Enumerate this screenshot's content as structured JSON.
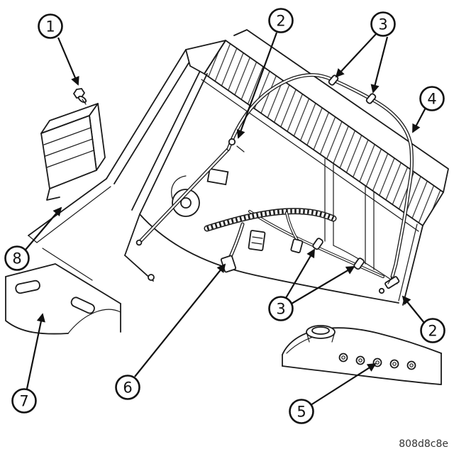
{
  "figure": {
    "code": "808d8c8e",
    "colors": {
      "line": "#1a1a1a",
      "background": "#ffffff"
    },
    "callouts": [
      {
        "id": "callout-1",
        "label": "1"
      },
      {
        "id": "callout-2-top",
        "label": "2"
      },
      {
        "id": "callout-3-top",
        "label": "3"
      },
      {
        "id": "callout-4",
        "label": "4"
      },
      {
        "id": "callout-2-bottom",
        "label": "2"
      },
      {
        "id": "callout-3-middle",
        "label": "3"
      },
      {
        "id": "callout-5",
        "label": "5"
      },
      {
        "id": "callout-6",
        "label": "6"
      },
      {
        "id": "callout-7",
        "label": "7"
      },
      {
        "id": "callout-8",
        "label": "8"
      }
    ]
  }
}
